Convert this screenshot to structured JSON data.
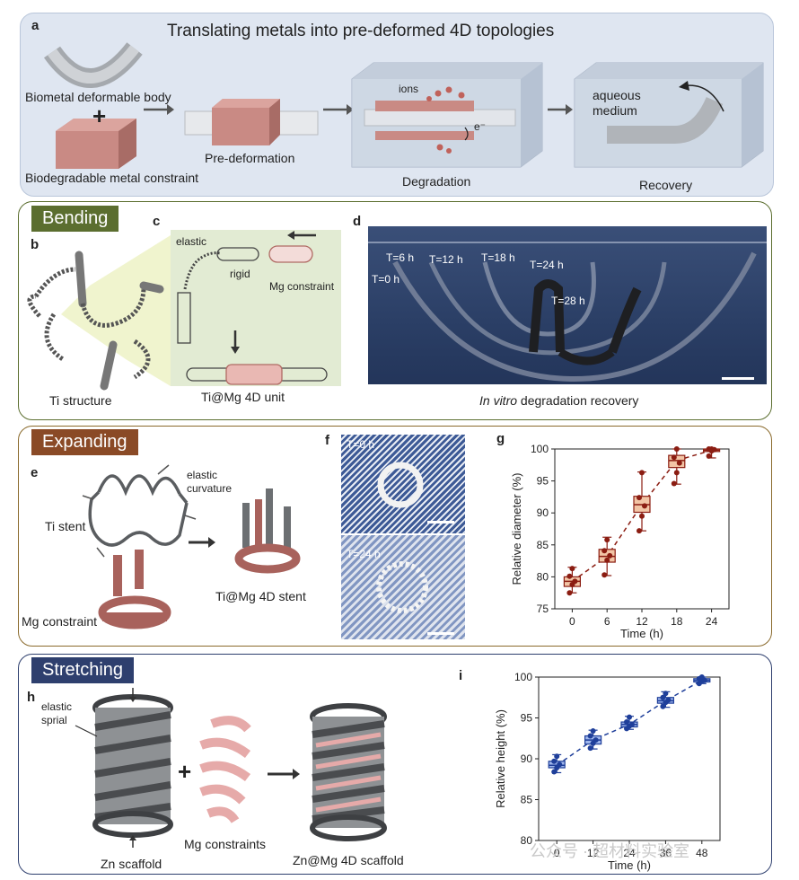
{
  "panel_a": {
    "letter": "a",
    "title": "Translating metals into pre-deformed 4D topologies",
    "label_body": "Biometal deformable body",
    "plus": "+",
    "label_constraint": "Biodegradable metal constraint",
    "label_predeform": "Pre-deformation",
    "label_ions": "ions",
    "label_electron": "e⁻",
    "label_degradation": "Degradation",
    "label_aqueous": "aqueous\nmedium",
    "label_recovery": "Recovery"
  },
  "panel_b": {
    "tag": "Bending",
    "letter_b": "b",
    "letter_c": "c",
    "letter_d": "d",
    "label_ti_structure": "Ti structure",
    "label_elastic": "elastic",
    "label_rigid": "rigid",
    "label_mg": "Mg constraint",
    "label_unit": "Ti@Mg 4D unit",
    "times": [
      "T=6 h",
      "T=12 h",
      "T=18 h",
      "T=24 h",
      "T=0 h",
      "T=28 h"
    ],
    "caption_italic": "In vitro",
    "caption_rest": " degradation recovery"
  },
  "panel_e": {
    "tag": "Expanding",
    "letter_e": "e",
    "letter_f": "f",
    "letter_g": "g",
    "label_elastic_curv": "elastic\ncurvature",
    "label_ti_stent": "Ti stent",
    "label_mg": "Mg constraint",
    "label_stent": "Ti@Mg 4D stent",
    "label_t0": "T=0 h",
    "label_t24": "T=24 h"
  },
  "panel_h": {
    "tag": "Stretching",
    "letter_h": "h",
    "letter_i": "i",
    "label_spiral": "elastic\nsprial",
    "plus": "+",
    "label_zn": "Zn scaffold",
    "label_mg": "Mg constraints",
    "label_scaffold": "Zn@Mg 4D scaffold"
  },
  "watermark": "公众号 · 超材料实验室",
  "colors": {
    "bending": "#5b6e2f",
    "expanding": "#8a4a26",
    "stretching": "#2e3f6e",
    "mg_pink": "#c98a84",
    "g_series": "#8b1d12",
    "i_series": "#1f3f9a"
  },
  "chart_data": [
    {
      "type": "box",
      "panel": "g",
      "xlabel": "Time (h)",
      "ylabel": "Relative diameter (%)",
      "x": [
        0,
        6,
        12,
        18,
        24
      ],
      "xticks": [
        "0",
        "6",
        "12",
        "18",
        "24"
      ],
      "ylim": [
        75,
        100
      ],
      "yticks": [
        "75",
        "80",
        "85",
        "90",
        "95",
        "100"
      ],
      "boxes": [
        {
          "min": 77.5,
          "q1": 78.5,
          "median": 79.3,
          "q3": 80.0,
          "max": 81.5,
          "points": [
            77.5,
            78.8,
            79.3,
            80.1,
            81.3
          ]
        },
        {
          "min": 80.2,
          "q1": 82.3,
          "median": 83.2,
          "q3": 84.3,
          "max": 86.2,
          "points": [
            80.3,
            82.6,
            83.3,
            84.1,
            85.8
          ]
        },
        {
          "min": 87.2,
          "q1": 90.1,
          "median": 91.3,
          "q3": 92.6,
          "max": 96.4,
          "points": [
            87.2,
            89.5,
            91.1,
            92.4,
            96.3
          ]
        },
        {
          "min": 94.5,
          "q1": 97.1,
          "median": 98.2,
          "q3": 99.0,
          "max": 100.0,
          "points": [
            94.6,
            96.3,
            97.8,
            98.7,
            100.0
          ]
        },
        {
          "min": 98.6,
          "q1": 99.6,
          "median": 99.8,
          "q3": 100.0,
          "max": 100.0,
          "points": [
            98.9,
            99.7,
            99.9,
            100.0,
            100.0
          ]
        }
      ],
      "trend": [
        79.3,
        83.2,
        91.3,
        98.2,
        99.8
      ]
    },
    {
      "type": "box",
      "panel": "i",
      "xlabel": "Time (h)",
      "ylabel": "Relative height (%)",
      "x": [
        0,
        12,
        24,
        36,
        48
      ],
      "xticks": [
        "0",
        "12",
        "24",
        "36",
        "48"
      ],
      "ylim": [
        80,
        100
      ],
      "yticks": [
        "80",
        "85",
        "90",
        "95",
        "100"
      ],
      "boxes": [
        {
          "min": 88.3,
          "q1": 88.9,
          "median": 89.2,
          "q3": 89.7,
          "max": 90.5,
          "points": [
            88.4,
            88.9,
            89.3,
            89.7,
            90.3
          ]
        },
        {
          "min": 91.2,
          "q1": 91.8,
          "median": 92.3,
          "q3": 92.8,
          "max": 93.5,
          "points": [
            91.3,
            91.9,
            92.3,
            92.8,
            93.4
          ]
        },
        {
          "min": 93.6,
          "q1": 93.9,
          "median": 94.2,
          "q3": 94.5,
          "max": 95.2,
          "points": [
            93.7,
            94.0,
            94.2,
            94.5,
            95.1
          ]
        },
        {
          "min": 96.3,
          "q1": 96.8,
          "median": 97.1,
          "q3": 97.5,
          "max": 98.2,
          "points": [
            96.4,
            96.9,
            97.2,
            97.5,
            98.0
          ]
        },
        {
          "min": 99.2,
          "q1": 99.4,
          "median": 99.6,
          "q3": 99.8,
          "max": 100.0,
          "points": [
            99.2,
            99.5,
            99.6,
            99.8,
            100.0
          ]
        }
      ],
      "trend": [
        89.2,
        92.3,
        94.2,
        97.1,
        99.6
      ]
    }
  ]
}
